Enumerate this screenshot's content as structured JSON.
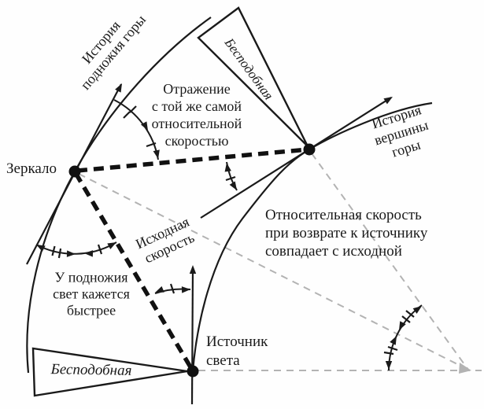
{
  "figure": {
    "title_hint": "spacetime diagram of light bouncing between mountain foot and summit",
    "colors": {
      "ink": "#1a1a1a",
      "guide": "#b3b3b3",
      "background": "#fefefe"
    },
    "labels": {
      "mirror": "Зеркало",
      "foot_history": "История\nподножия горы",
      "top_pennant": "Бесподобная",
      "bottom_pennant": "Бесподобная",
      "reflection_note": "Отражение\nс той же самой\nотносительной\nскоростью",
      "top_history": "История\nвершины горы",
      "return_note": "Относительная скорость\nпри возврате к источнику\nсовпадает с исходной",
      "initial_speed": "Исходная\nскорость",
      "foot_note": "У подножия\nсвет кажется\nбыстрее",
      "light_source": "Источник\nсвета"
    }
  }
}
